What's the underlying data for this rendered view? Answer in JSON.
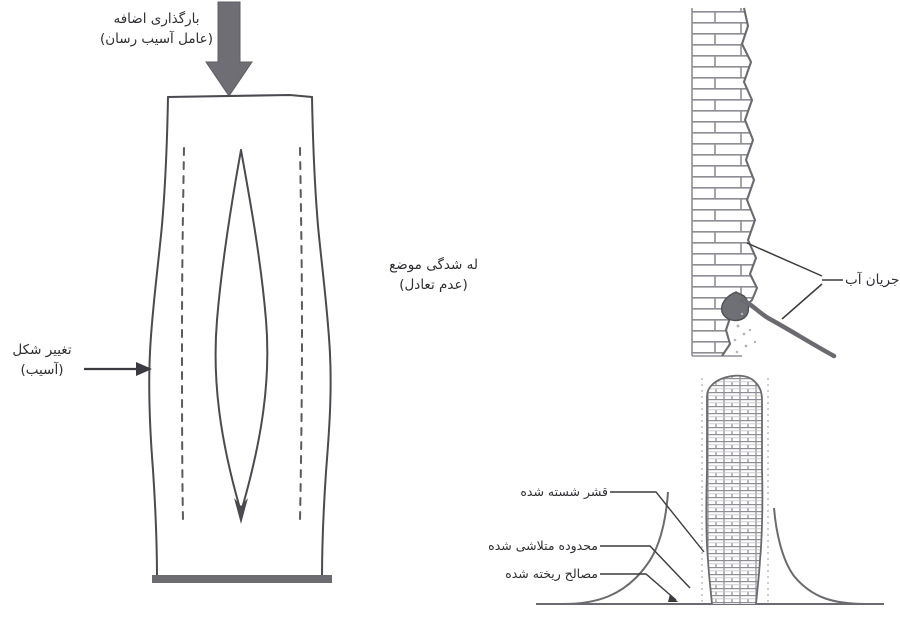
{
  "figure": {
    "title_visible": false,
    "language": "fa",
    "panels": [
      {
        "id": "column-crushing",
        "position": "left"
      },
      {
        "id": "wall-water-erosion",
        "position": "top-right"
      },
      {
        "id": "pier-washout",
        "position": "bottom-right"
      }
    ]
  },
  "colors": {
    "ink": "#3a3a40",
    "ink_light": "#7e7e86",
    "arrow_fill": "#6e6e74",
    "ground_fill": "#6b6b70",
    "brick_line": "#8a8a90",
    "brick_fill": "#ffffff",
    "mortar": "#b9b9bf",
    "debris": "#9a9aa0",
    "dotted": "#b0b0b6",
    "background": "#ffffff"
  },
  "labels": {
    "overload": {
      "line1": "بارگذاری اضافه",
      "line2": "(عامل آسیب رسان)"
    },
    "local_crushing": {
      "line1": "له شدگی موضع",
      "line2": "(عدم تعادل)"
    },
    "deformation": {
      "line1": "تغییر شکل",
      "line2": "(آسیب)"
    },
    "water_flow": "جریان آب",
    "washed_crust": "قشر شسته شده",
    "disintegrated_zone": "محدوده متلاشی شده",
    "fallen_material": "مصالح ریخته شده"
  },
  "icons": {
    "load_arrow": "down-arrow-icon",
    "pointer_arrow": "right-arrow-icon",
    "leader_line": "leader-line-icon"
  }
}
